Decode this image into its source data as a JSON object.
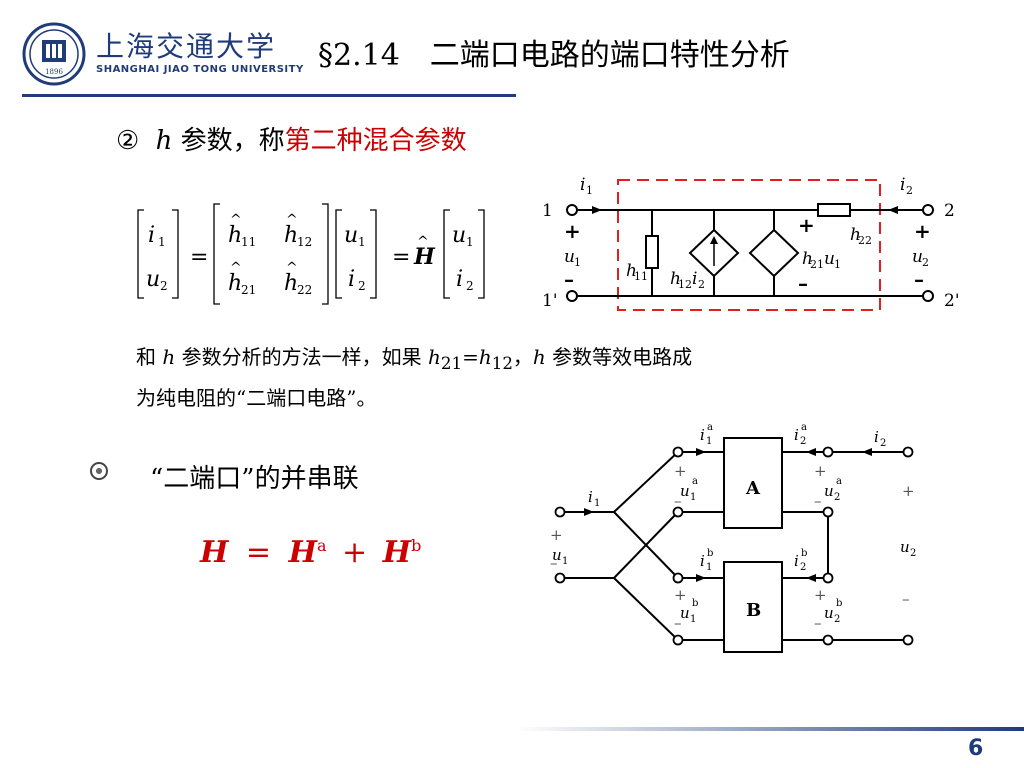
{
  "header": {
    "logo_cn": "上海交通大学",
    "logo_en": "SHANGHAI JIAO TONG UNIVERSITY",
    "logo_seal_text": "1896",
    "title": "§2.14　二端口电路的端口特性分析"
  },
  "section": {
    "marker": "②",
    "symbol": "h",
    "prefix": "参数，称",
    "highlight": "第二种混合参数"
  },
  "matrix_eq": {
    "lhs": [
      "i",
      "u"
    ],
    "lhs_sub": [
      "1",
      "2"
    ],
    "h": [
      "h",
      "h",
      "h",
      "h"
    ],
    "h_sub": [
      "11",
      "12",
      "21",
      "22"
    ],
    "rhs": [
      "u",
      "i"
    ],
    "rhs_sub": [
      "1",
      "2"
    ],
    "eq": "=",
    "H": "H"
  },
  "circuit1": {
    "node_1": "1",
    "node_1p": "1'",
    "node_2": "2",
    "node_2p": "2'",
    "i": "i",
    "i1_sub": "1",
    "i2_sub": "2",
    "u": "u",
    "u1_sub": "1",
    "u2_sub": "2",
    "plus": "+",
    "minus": "–",
    "h": "h",
    "h11_sub": "11",
    "h12_sub": "12",
    "h21_sub": "21",
    "h22_sub": "22"
  },
  "description": {
    "p1": "和 ",
    "h": "h",
    "p2": " 参数分析的方法一样，如果 ",
    "h21": "h",
    "h21_sub": "21",
    "eqsign": "=",
    "h12": "h",
    "h12_sub": "12",
    "comma": "，",
    "h3": "h",
    "p3": " 参数等效电路成",
    "line2": "为纯电阻的“二端口电路”。"
  },
  "bullet2": {
    "text": "“二端口”的并串联"
  },
  "formula2": {
    "H": "H",
    "eq": "=",
    "plus": "+",
    "sup_a": "a",
    "sup_b": "b"
  },
  "circuit2": {
    "box_a": "A",
    "box_b": "B",
    "i": "i",
    "u": "u",
    "sub1": "1",
    "sub2": "2",
    "sup_a": "a",
    "sup_b": "b",
    "plus": "+",
    "minus": "–"
  },
  "page_number": "6"
}
